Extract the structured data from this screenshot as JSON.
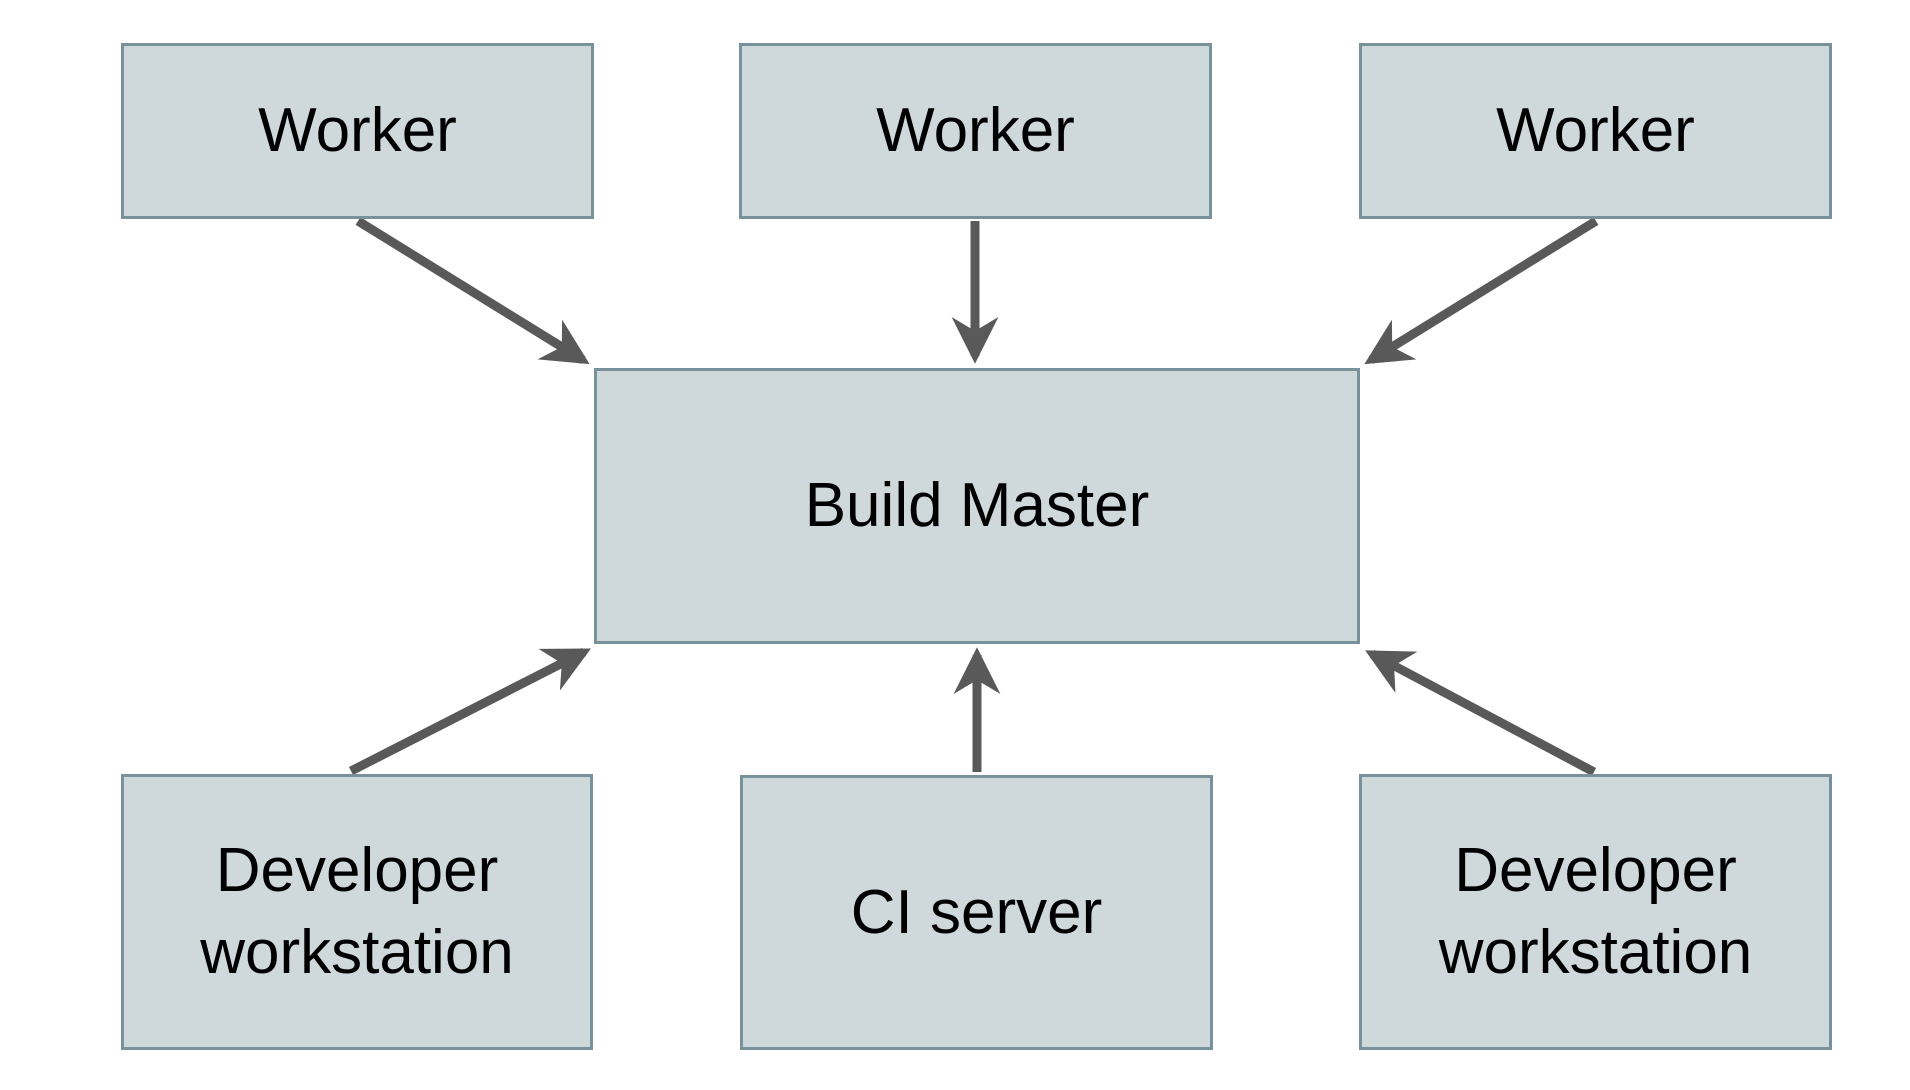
{
  "diagram": {
    "nodes": {
      "worker1": {
        "label": "Worker"
      },
      "worker2": {
        "label": "Worker"
      },
      "worker3": {
        "label": "Worker"
      },
      "build_master": {
        "label": "Build Master"
      },
      "dev_workstation_left": {
        "label": "Developer workstation"
      },
      "ci_server": {
        "label": "CI server"
      },
      "dev_workstation_right": {
        "label": "Developer workstation"
      }
    },
    "edges": [
      {
        "from": "worker1",
        "to": "build_master"
      },
      {
        "from": "worker2",
        "to": "build_master"
      },
      {
        "from": "worker3",
        "to": "build_master"
      },
      {
        "from": "dev_workstation_left",
        "to": "build_master"
      },
      {
        "from": "ci_server",
        "to": "build_master"
      },
      {
        "from": "dev_workstation_right",
        "to": "build_master"
      }
    ],
    "colors": {
      "node_fill": "#cfd8da",
      "node_border": "#78929c",
      "arrow": "#595959",
      "text": "#000000",
      "background": "#ffffff"
    }
  }
}
